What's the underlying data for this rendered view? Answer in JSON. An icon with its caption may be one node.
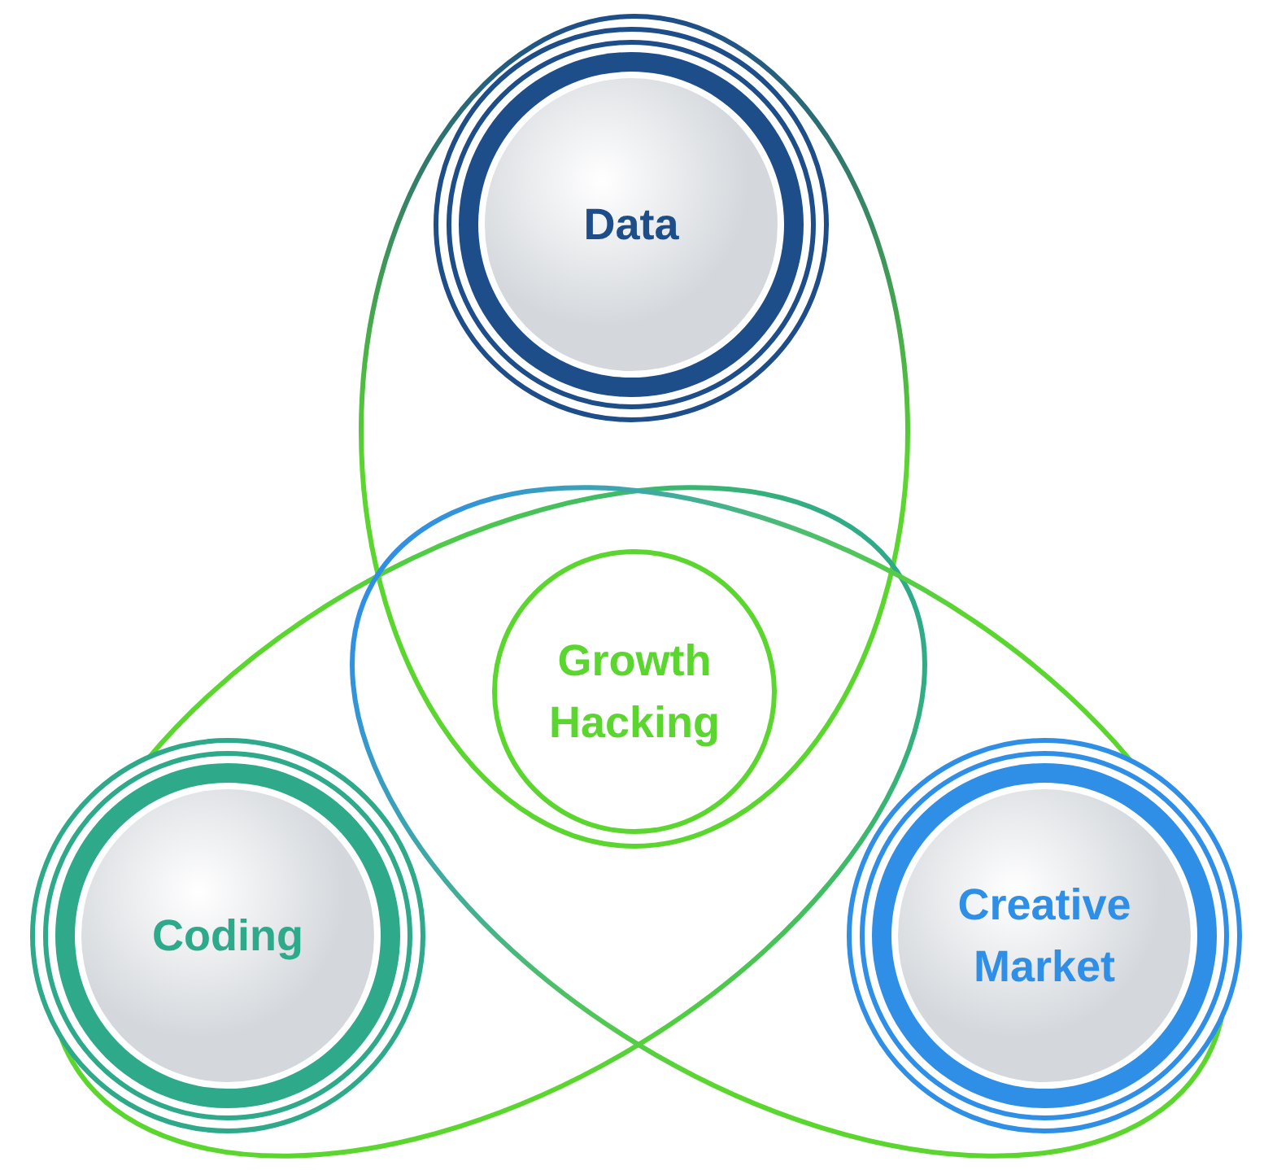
{
  "diagram": {
    "nodes": [
      {
        "text": [
          "Data"
        ]
      },
      {
        "text": [
          "Growth Hacking"
        ]
      },
      {
        "text": [
          "Coding"
        ]
      },
      {
        "text": [
          "Creative Market"
        ]
      }
    ]
  }
}
